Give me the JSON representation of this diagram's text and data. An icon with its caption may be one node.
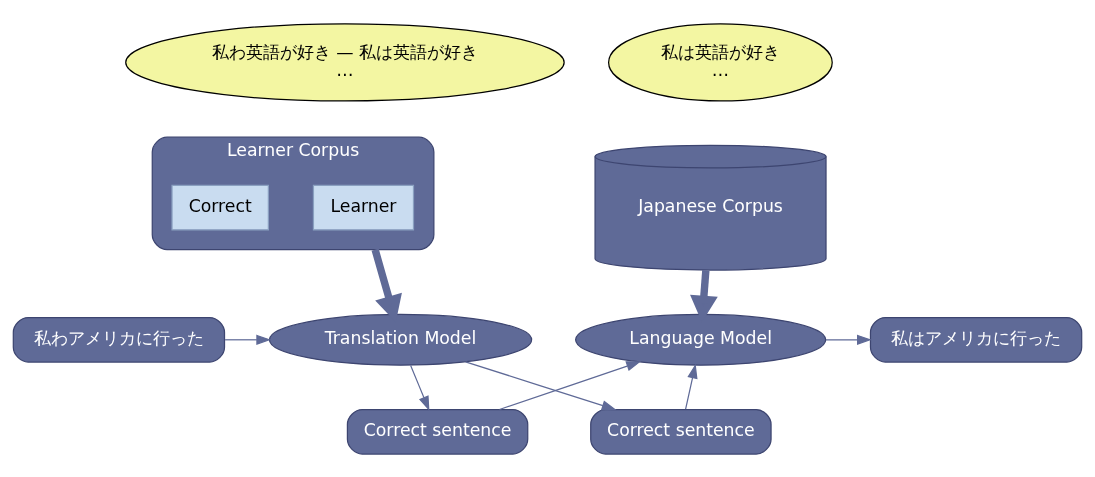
{
  "diagram": {
    "nodes": [
      {
        "text": [
          "私わ英語が好き — 私は英語が好き",
          "…"
        ]
      },
      {
        "text": [
          "私は英語が好き",
          "…"
        ]
      },
      {
        "text": [
          "Learner Corpus"
        ]
      },
      {
        "text": [
          "Learner"
        ],
        "in": 2
      },
      {
        "text": [
          "Correct"
        ],
        "in": 2
      },
      {
        "text": [
          "Japanese Corpus"
        ]
      },
      {
        "text": [
          "私わアメリカに行った"
        ]
      },
      {
        "text": [
          "Translation Model"
        ]
      },
      {
        "text": [
          "Correct sentence"
        ]
      },
      {
        "text": [
          "Correct sentence"
        ]
      },
      {
        "text": [
          "Language Model"
        ]
      },
      {
        "text": [
          "私はアメリカに行った"
        ]
      }
    ],
    "edges": [
      {
        "from": 2,
        "to": 7,
        "arrow": "to",
        "style": "thick"
      },
      {
        "from": 5,
        "to": 10,
        "arrow": "to",
        "style": "thick"
      },
      {
        "from": 6,
        "to": 7,
        "arrow": "to"
      },
      {
        "from": 7,
        "to": 8,
        "arrow": "to"
      },
      {
        "from": 7,
        "to": 9,
        "arrow": "to"
      },
      {
        "from": 8,
        "to": 10,
        "arrow": "to"
      },
      {
        "from": 9,
        "to": 10,
        "arrow": "to"
      },
      {
        "from": 10,
        "to": 11,
        "arrow": "to"
      }
    ]
  }
}
